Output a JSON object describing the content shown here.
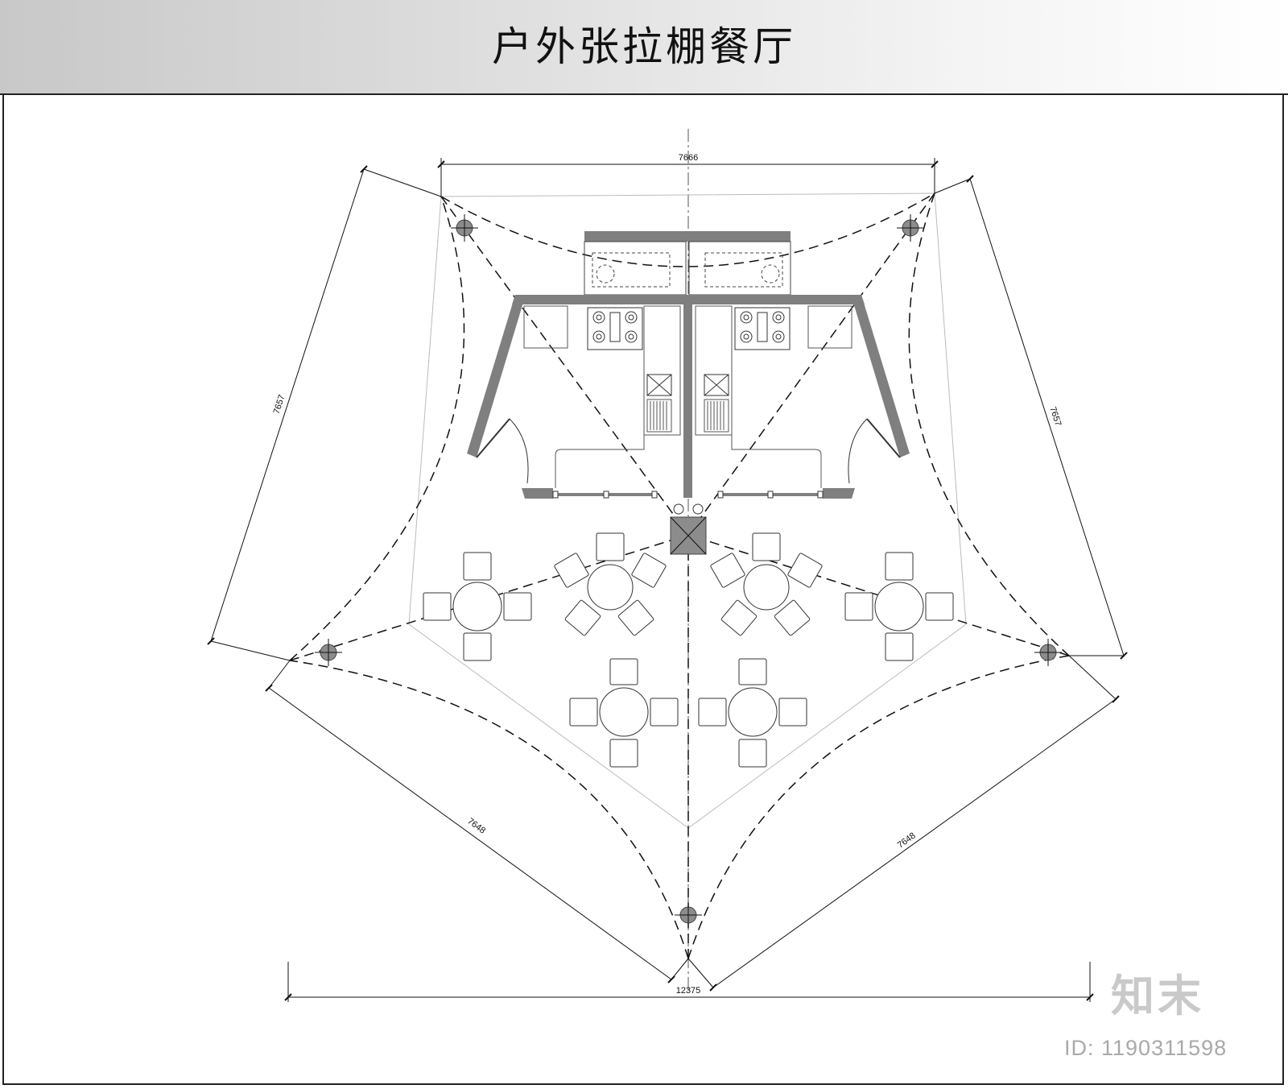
{
  "title": "户外张拉棚餐厅",
  "dimensions": {
    "top": "7666",
    "left": "7657",
    "right": "7657",
    "bottom_left": "7648",
    "bottom_right": "7648",
    "overall": "12375"
  },
  "watermark": {
    "brand": "知末",
    "id_text": "ID: 1190311598"
  },
  "colors": {
    "wall": "#7f7f7f",
    "mast": "#8c8c8c",
    "line": "#111111"
  }
}
